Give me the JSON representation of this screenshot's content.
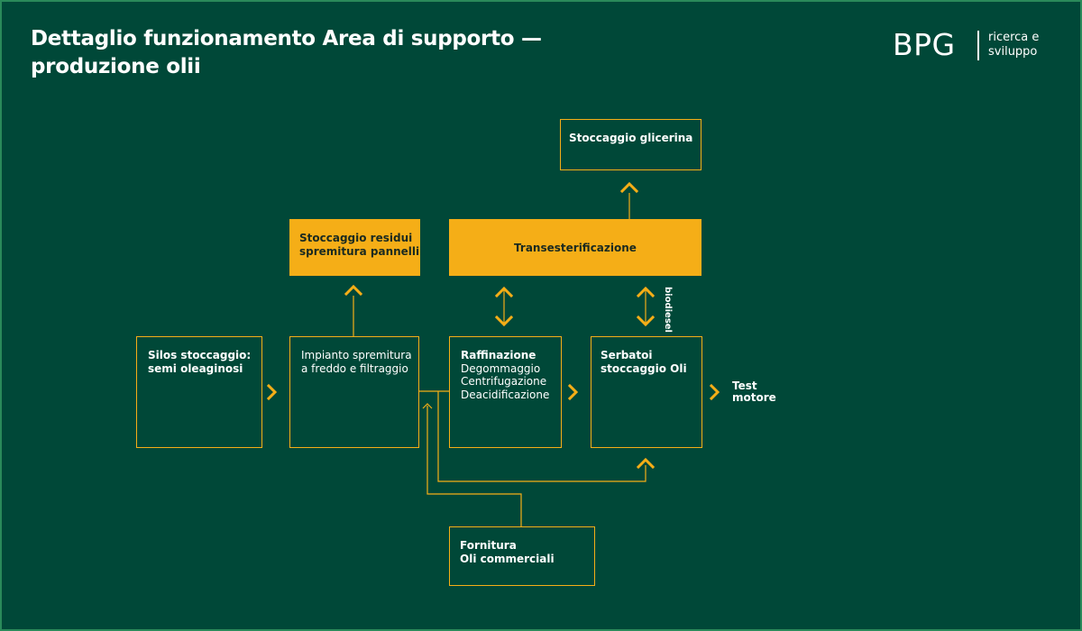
{
  "title": {
    "line1": "Dettaglio funzionamento Area di supporto —",
    "line2": "produzione olii"
  },
  "logo": {
    "mark": "BPG",
    "line1": "ricerca e",
    "line2": "sviluppo"
  },
  "colors": {
    "background": "#004838",
    "accent": "#f5ae17",
    "border": "#2a8a5a"
  },
  "nodes": {
    "glicerina": {
      "label": "Stoccaggio glicerina"
    },
    "residui": {
      "line1": "Stoccaggio residui",
      "line2": "spremitura pannelli"
    },
    "transesterificazione": {
      "label": "Transesterificazione"
    },
    "silos": {
      "line1": "Silos stoccaggio:",
      "line2": "semi oleaginosi"
    },
    "impianto": {
      "line1": "Impianto spremitura",
      "line2": "a freddo e filtraggio"
    },
    "raffinazione": {
      "title": "Raffinazione",
      "line1": "Degommaggio",
      "line2": "Centrifugazione",
      "line3": "Deacidificazione"
    },
    "serbatoi": {
      "line1": "Serbatoi",
      "line2": "stoccaggio Oli"
    },
    "fornitura": {
      "line1": "Fornitura",
      "line2": "Oli commerciali"
    }
  },
  "labels": {
    "test_line1": "Test",
    "test_line2": "motore",
    "biodiesel": "biodiesel"
  }
}
